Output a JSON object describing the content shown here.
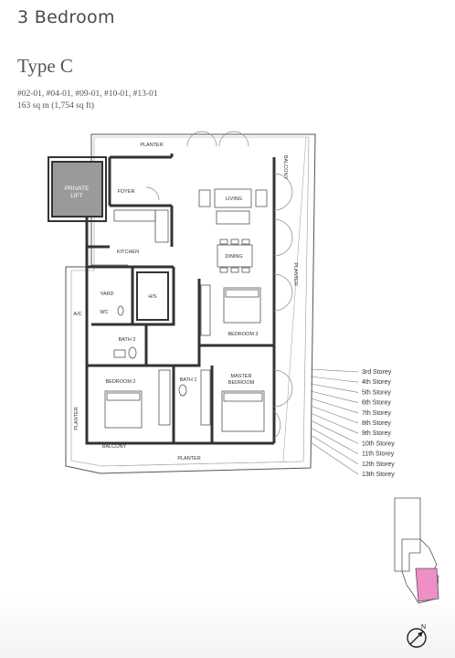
{
  "header": {
    "title": "3 Bedroom"
  },
  "unit_type": {
    "title": "Type C",
    "units_line": "#02-01, #04-01, #09-01, #10-01, #13-01",
    "area_line": "163 sq m (1,754 sq ft)"
  },
  "rooms": {
    "planter_top": "PLANTER",
    "balcony_right": "BALCONY",
    "private_lift_line1": "PRIVATE",
    "private_lift_line2": "LIFT",
    "foyer": "FOYER",
    "living": "LIVING",
    "kitchen": "KITCHEN",
    "dining": "DINING",
    "planter_right": "PLANTER",
    "yard": "YARD",
    "hs": "H/S",
    "ac": "A/C",
    "wc": "WC",
    "bedroom3": "BEDROOM 3",
    "bath2": "BATH 2",
    "bath1": "BATH 1",
    "master_line1": "MASTER",
    "master_line2": "BEDROOM",
    "bedroom2": "BEDROOM 2",
    "planter_left": "PLANTER",
    "balcony_bottom": "BALCONY",
    "planter_bottom": "PLANTER"
  },
  "storeys": [
    "3rd Storey",
    "4th Storey",
    "5th Storey",
    "6th Storey",
    "7th Storey",
    "8th Storey",
    "9th Storey",
    "10th Storey",
    "11th Storey",
    "12th Storey",
    "13th Storey"
  ],
  "compass": {
    "label": "N"
  },
  "colors": {
    "highlight": "#ee8fc6",
    "lift": "#9a9a9a",
    "wall": "#333333"
  }
}
